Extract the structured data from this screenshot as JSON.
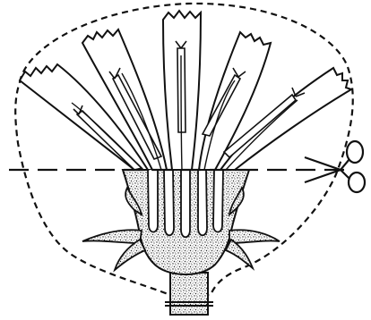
{
  "figure": {
    "parts": [
      "inflorescence-head",
      "ligulate-florets",
      "anthers",
      "styles",
      "receptacle",
      "bracts",
      "stalk",
      "section-outline",
      "cut-line",
      "scissors-icon"
    ],
    "colors": {
      "ink": "#111111",
      "paper": "#ffffff",
      "stipple": "#222222"
    }
  }
}
